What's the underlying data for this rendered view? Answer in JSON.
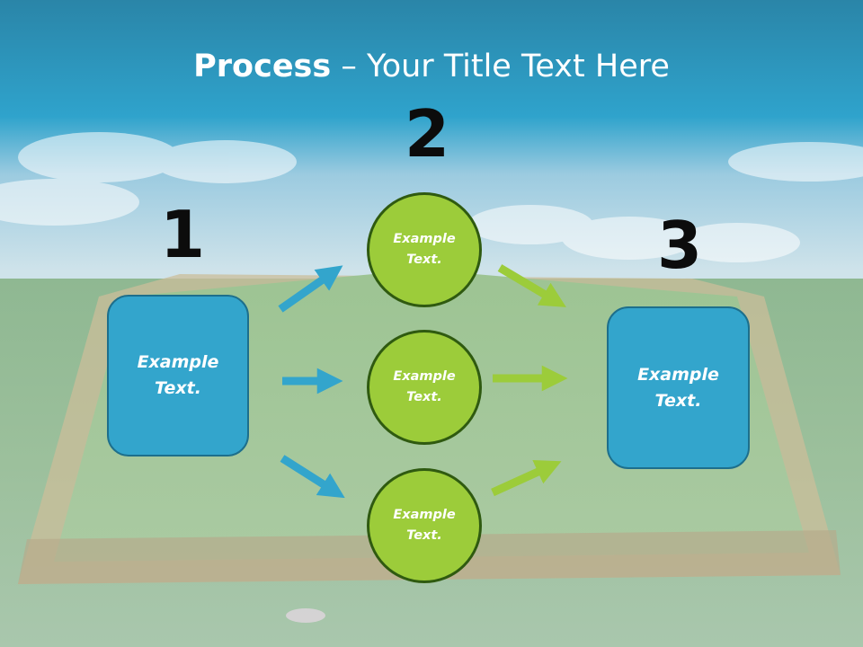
{
  "title": {
    "bold": "Process",
    "dash": " – ",
    "rest": "Your Title Text Here"
  },
  "steps": [
    {
      "number": "1",
      "text_line1": "Example",
      "text_line2": "Text."
    },
    {
      "number": "2"
    },
    {
      "number": "3",
      "text_line1": "Example",
      "text_line2": "Text."
    }
  ],
  "circles": [
    {
      "line1": "Example",
      "line2": "Text."
    },
    {
      "line1": "Example",
      "line2": "Text."
    },
    {
      "line1": "Example",
      "line2": "Text."
    }
  ],
  "colors": {
    "box_fill": "#33a5cc",
    "box_border": "#1d6f8c",
    "circle_fill": "#9ccc3a",
    "circle_border": "#2f5a10",
    "arrow_blue": "#33a5cc",
    "arrow_green": "#9ccc3a"
  },
  "background": "sky-grass-open-book-image"
}
